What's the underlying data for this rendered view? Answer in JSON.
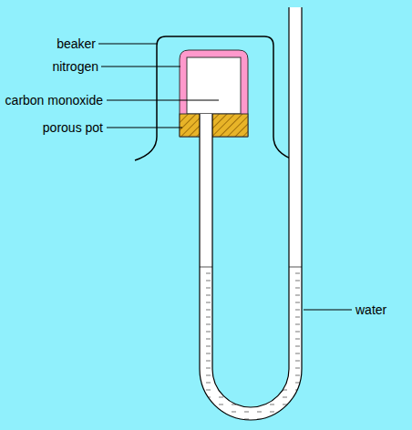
{
  "diagram": {
    "labels": [
      "beaker",
      "nitrogen",
      "carbon monoxide",
      "porous pot",
      "water"
    ]
  }
}
